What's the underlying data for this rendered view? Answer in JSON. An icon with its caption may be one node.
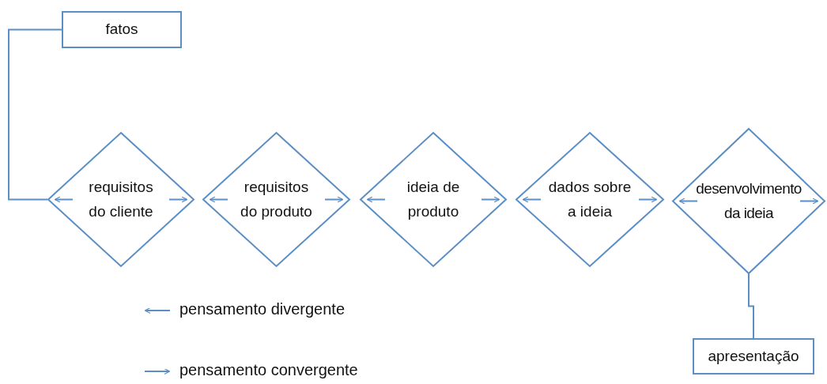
{
  "diagram": {
    "nodes": [
      {
        "text": [
          "fatos"
        ]
      },
      {
        "text": [
          "requisitos do cliente"
        ]
      },
      {
        "text": [
          "requisitos do  produto"
        ]
      },
      {
        "text": [
          "ideia de produto"
        ]
      },
      {
        "text": [
          "dados sobre a ideia"
        ]
      },
      {
        "text": [
          "desenvolvimento da ideia"
        ]
      },
      {
        "text": [
          "apresentação"
        ]
      }
    ],
    "edges": [
      {
        "from": 0,
        "to": 1,
        "arrow": "none"
      },
      {
        "from": 5,
        "to": 6,
        "arrow": "none"
      }
    ],
    "legend": [
      {
        "text": "pensamento divergente"
      },
      {
        "text": "pensamento convergente"
      }
    ]
  }
}
